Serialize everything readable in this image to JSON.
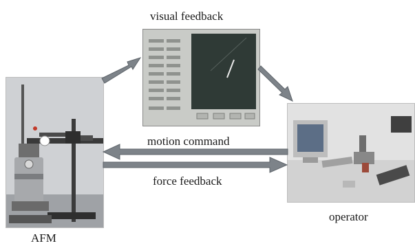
{
  "labels": {
    "visual_feedback": "visual feedback",
    "motion_command": "motion command",
    "force_feedback": "force feedback",
    "operator": "operator",
    "afm": "AFM"
  },
  "colors": {
    "arrow": "#7d8389",
    "arrow_edge": "#5f656b",
    "vf_screen": "#2f3a36",
    "vf_frame": "#c9cbc7"
  }
}
